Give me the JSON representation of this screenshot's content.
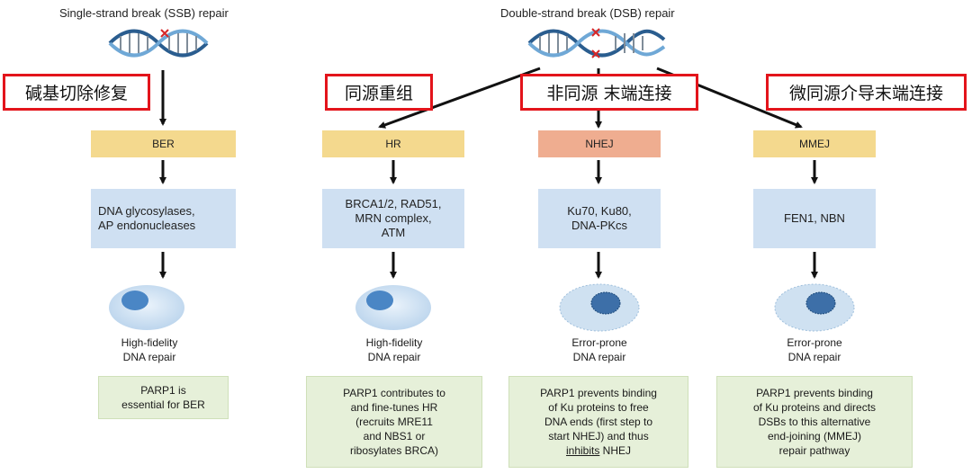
{
  "headers": {
    "ssb": "Single-strand break (SSB) repair",
    "dsb": "Double-strand break (DSB) repair"
  },
  "chinese_labels": {
    "ber": "碱基切除修复",
    "hr": "同源重组",
    "nhej": "非同源 末端连接",
    "mmej": "微同源介导末端连接"
  },
  "pathways": [
    {
      "name": "BER",
      "proteins": [
        "DNA glycosylases,",
        "AP endonucleases"
      ],
      "outcome": [
        "High-fidelity",
        "DNA repair"
      ],
      "parp1": [
        "PARP1 is",
        "essential for BER"
      ]
    },
    {
      "name": "HR",
      "proteins": [
        "BRCA1/2, RAD51,",
        "MRN complex,",
        "ATM"
      ],
      "outcome": [
        "High-fidelity",
        "DNA repair"
      ],
      "parp1": [
        "PARP1 contributes to",
        "and fine-tunes HR",
        "(recruits MRE11",
        "and NBS1 or",
        "ribosylates BRCA)"
      ]
    },
    {
      "name": "NHEJ",
      "proteins": [
        "Ku70, Ku80,",
        "DNA-PKcs"
      ],
      "outcome": [
        "Error-prone",
        "DNA repair"
      ],
      "parp1": [
        "PARP1 prevents binding",
        "of Ku proteins to free",
        "DNA ends (first step to",
        "start NHEJ) and thus"
      ],
      "parp1_last_underlined": "inhibits",
      "parp1_last_rest": " NHEJ"
    },
    {
      "name": "MMEJ",
      "proteins": [
        "FEN1, NBN"
      ],
      "outcome": [
        "Error-prone",
        "DNA repair"
      ],
      "parp1": [
        "PARP1 prevents binding",
        "of Ku proteins and directs",
        "DSBs to this alternative",
        "end-joining (MMEJ)",
        "repair pathway"
      ]
    }
  ],
  "colors": {
    "label_border": "#e3141b",
    "pathway_yellow": "#f4d98e",
    "pathway_salmon": "#efad90",
    "protein_blue": "#cfe0f2",
    "note_green": "#e6f0d9",
    "dna_blue": "#2a5d8f",
    "dna_light": "#6fa8d6",
    "break_mark": "#d62728"
  },
  "icons": [
    "dna-helix-icon",
    "break-mark-icon",
    "cell-icon",
    "arrow-icon"
  ]
}
